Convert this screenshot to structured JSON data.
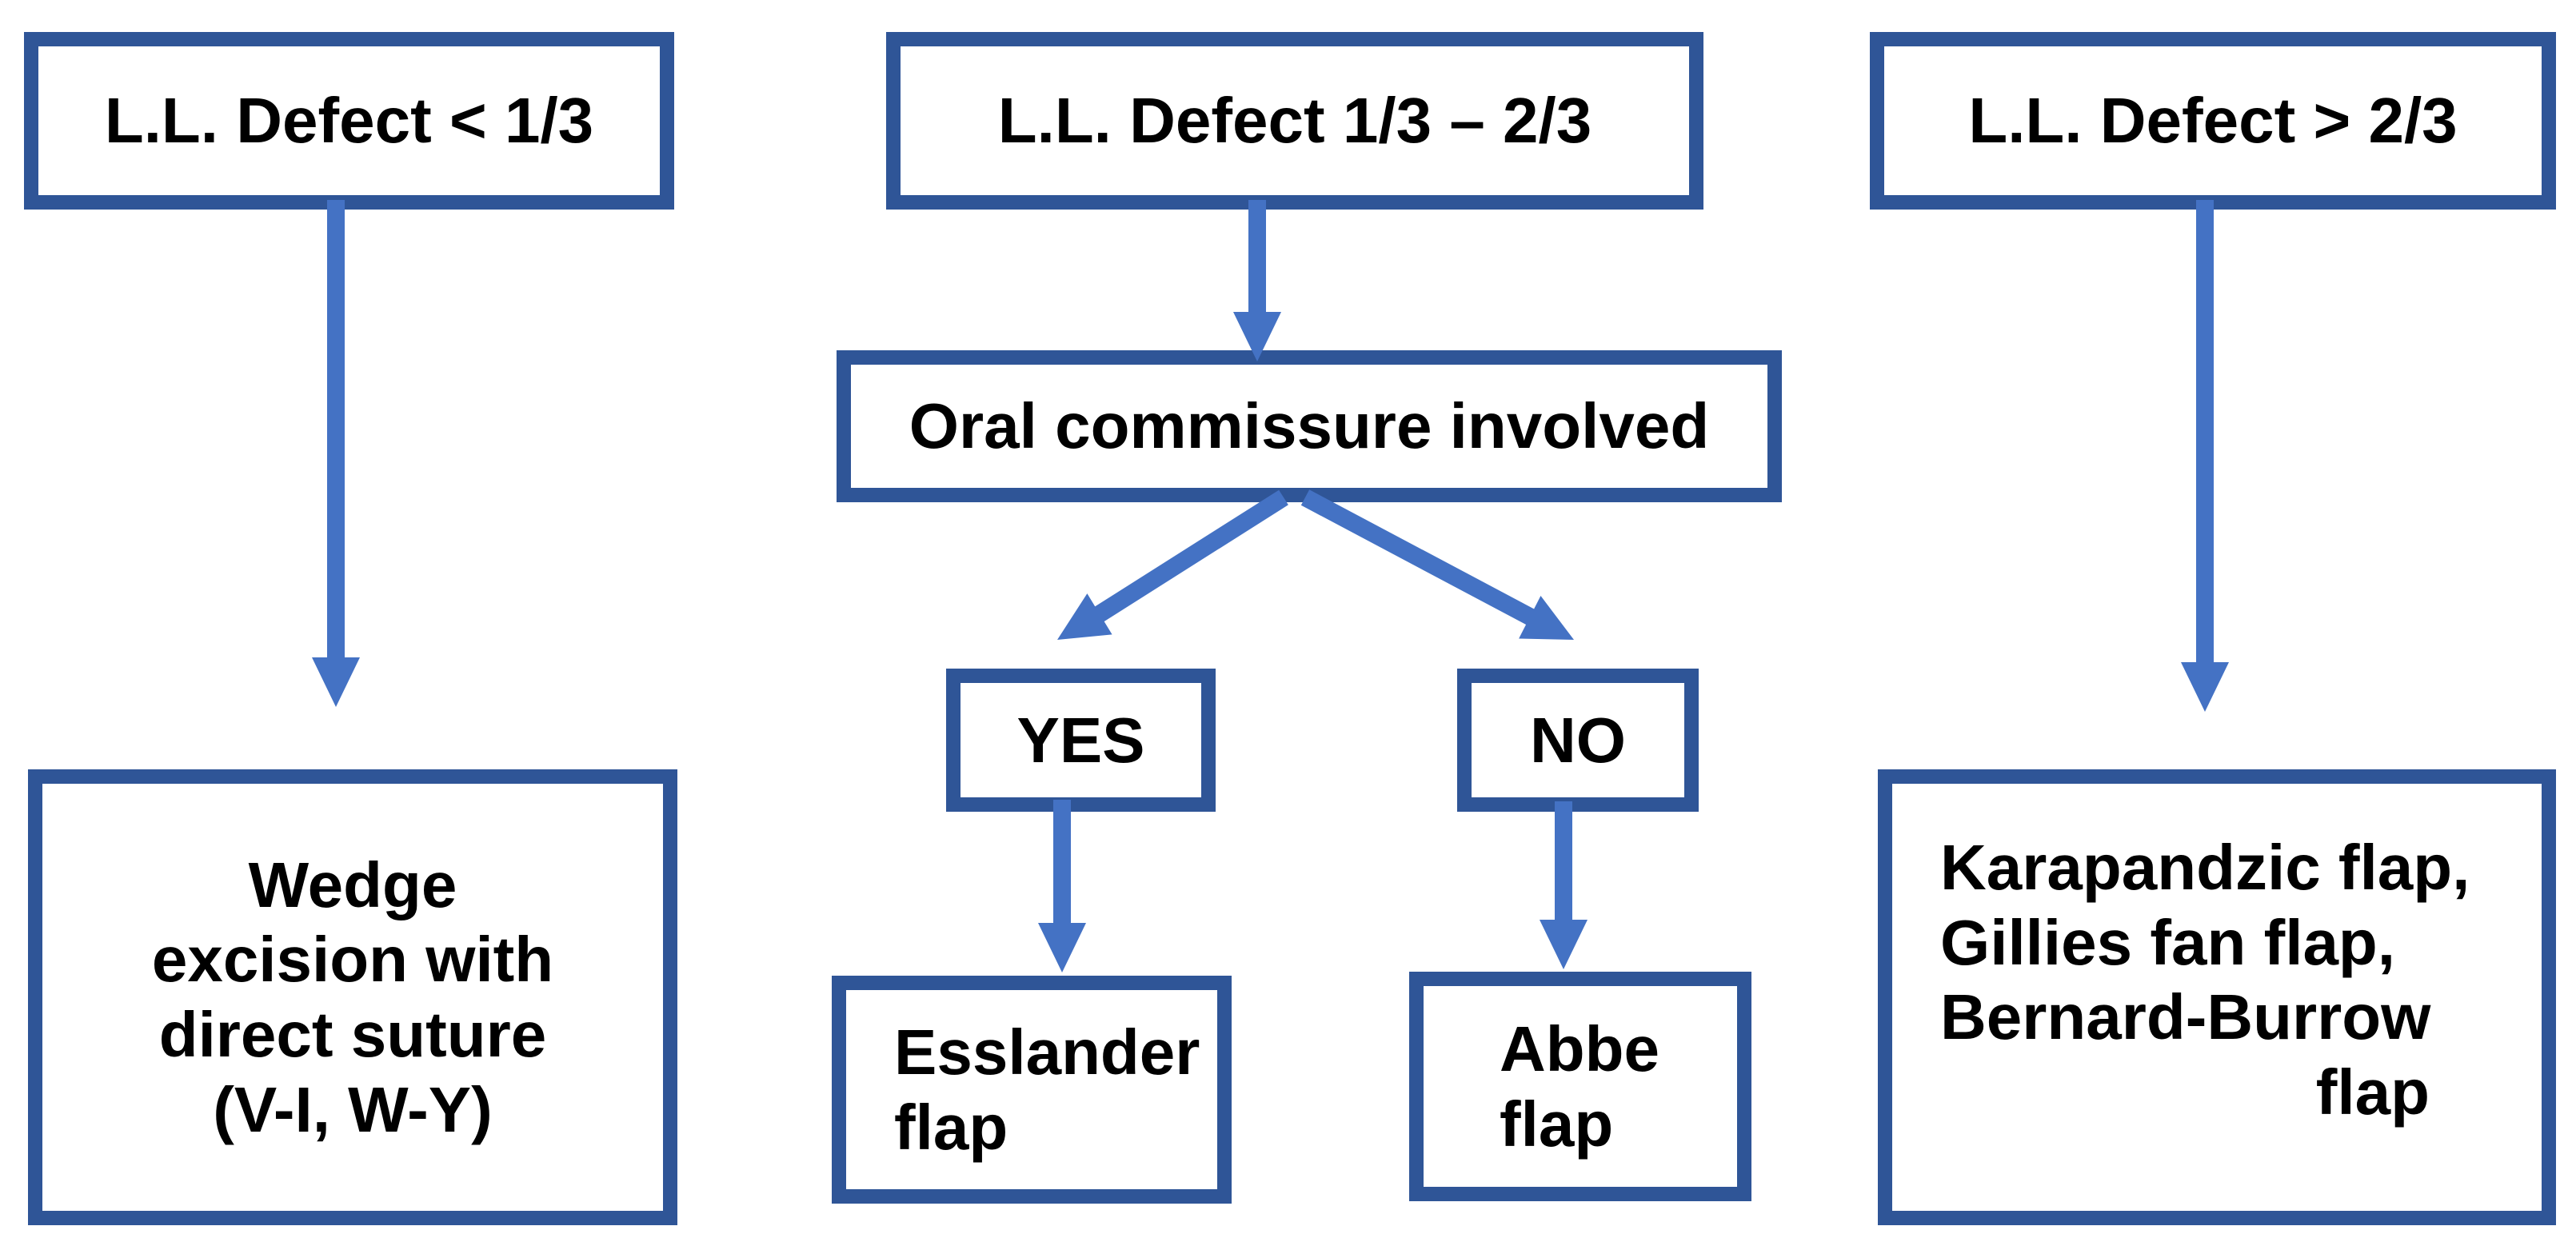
{
  "diagram": {
    "colors": {
      "box_border": "#2F5597",
      "arrow": "#4472C4",
      "text": "#000000",
      "background": "#FFFFFF"
    },
    "nodes": {
      "defect_small": {
        "label": "L.L. Defect < 1/3"
      },
      "defect_mid": {
        "label": "L.L. Defect 1/3 – 2/3"
      },
      "defect_large": {
        "label": "L.L. Defect > 2/3"
      },
      "oral": {
        "label": "Oral commissure involved"
      },
      "yes": {
        "label": "YES"
      },
      "no": {
        "label": "NO"
      },
      "esslander": {
        "lines": [
          "Esslander",
          "flap"
        ]
      },
      "abbe": {
        "lines": [
          "Abbe",
          "flap"
        ]
      },
      "wedge": {
        "lines": [
          "Wedge",
          "excision with",
          "direct suture",
          "(V-I, W-Y)"
        ]
      },
      "karapandzic": {
        "lines": [
          "Karapandzic flap,",
          "Gillies fan flap,",
          "Bernard-Burrow",
          "flap"
        ]
      }
    },
    "connections": [
      {
        "from": "defect_small",
        "to": "wedge"
      },
      {
        "from": "defect_mid",
        "to": "oral"
      },
      {
        "from": "defect_large",
        "to": "karapandzic"
      },
      {
        "from": "oral",
        "to": "yes"
      },
      {
        "from": "oral",
        "to": "no"
      },
      {
        "from": "yes",
        "to": "esslander"
      },
      {
        "from": "no",
        "to": "abbe"
      }
    ]
  }
}
